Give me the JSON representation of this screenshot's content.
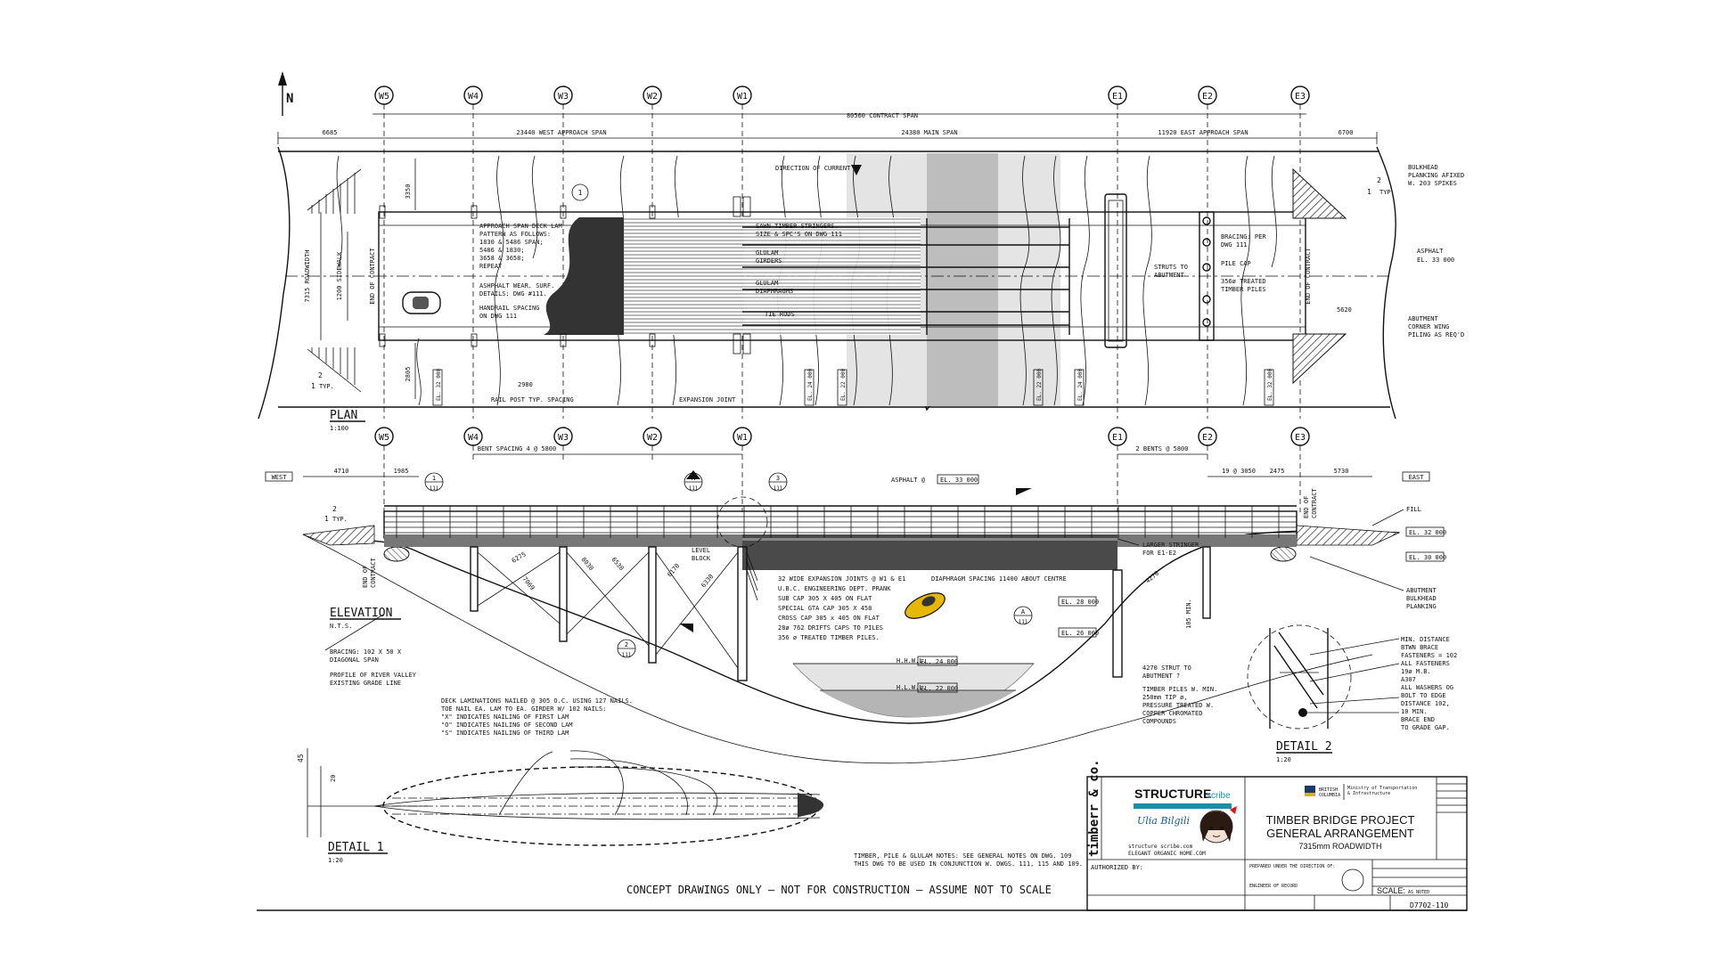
{
  "grid_labels": [
    "W5",
    "W4",
    "W3",
    "W2",
    "W1",
    "E1",
    "E2",
    "E3"
  ],
  "north": "N",
  "plan": {
    "title": "PLAN",
    "scale": "1:100",
    "dims": {
      "d6685": "6685",
      "west_span": "23440 WEST APPROACH SPAN",
      "contract_span": "80560 CONTRACT SPAN",
      "main_span": "24380 MAIN SPAN",
      "east_span": "11920 EAST APPROACH SPAN",
      "d6700": "6700",
      "d3350": "3350",
      "d2805": "2805",
      "d2980": "2980",
      "d5620": "5620",
      "roadwidth": "7315 ROADWIDTH",
      "sidewalk": "1200 SIDEWALK"
    },
    "notes": {
      "deck_lam": "APPROACH SPAN DECK LAM\nPATTERN AS FOLLOWS:\n1830 & 5486 SPAN;\n5486 & 1830;\n3658 & 3658;\nREPEAT",
      "asphalt": "ASHPHALT WEAR. SURF.\nDETAILS: DWG #111.",
      "handrail": "HANDRAIL SPACING\nON DWG 111",
      "stringers": "SAWN TIMBER STRINGERS.\nSIZE & SPC'S ON DWG 111",
      "girders": "GLULAM\nGIRDERS",
      "diaphragms": "GLULAM\nDIAPHRAGMS",
      "tie_rods": "TIE RODS",
      "current": "DIRECTION OF CURRENT",
      "struts": "STRUTS TO\nABUTMENT",
      "bracing": "BRACING: PER\nDWG 111",
      "pile_cap": "PILE CAP",
      "timber_piles": "356ø TREATED\nTIMBER PILES",
      "bulkhead": "BULKHEAD\nPLANKING AFIXED\nW. 203 SPIKES",
      "asphalt_el": "ASPHALT",
      "el_33000": "EL. 33 000",
      "corner_wing": "ABUTMENT\nCORNER WING\nPILING AS REQ'D",
      "end_contract": "END OF CONTRACT",
      "rail_post": "RAIL POST TYP. SPACING",
      "expansion": "EXPANSION JOINT",
      "typ": "TYP.",
      "slope_2": "2",
      "slope_1": "1",
      "el_32000": "EL. 32 000",
      "el_24000": "EL. 24 000",
      "el_22000": "EL. 22 000"
    }
  },
  "elevation": {
    "title": "ELEVATION",
    "scale": "N.T.S.",
    "west": "WEST",
    "east": "EAST",
    "dims": {
      "d4710": "4710",
      "d1985": "1985",
      "bent_spacing": "BENT SPACING 4 @ 5800",
      "two_bents": "2 BENTS @ 5800",
      "d19_3050": "19 @ 3050",
      "d2475": "2475",
      "d5730": "5730",
      "d6275": "6275",
      "d7069": "7069",
      "d8030": "8030",
      "d6530": "6530",
      "d6170": "6170",
      "d6330": "6330",
      "d4270": "4270",
      "d105": "105 MIN."
    },
    "asphalt": "ASPHALT @",
    "el_33000": "EL. 33 000",
    "el_32000": "EL. 32 000",
    "el_30000": "EL. 30 000",
    "el_28000": "EL. 28 000",
    "el_26000": "EL. 26 000",
    "el_24000": "EL. 24 000",
    "el_22000": "EL. 22 000",
    "hhwl": "H.H.W.L.",
    "hlwl": "H.L.W.L.",
    "level_block": "LEVEL\nBLOCK",
    "fill": "FILL",
    "larger_stringer": "LARGER STRINGER\nFOR E1-E2",
    "diaphragm_spacing": "DIAPHRAGM SPACING 11400 ABOUT CENTRE",
    "callouts": "32 WIDE EXPANSION JOINTS @ W1 & E1\nU.B.C. ENGINEERING DEPT. PRANK\nSUB CAP 305 X 405 ON FLAT\nSPECIAL GTA CAP 305 X 458\nCROSS CAP 305 x 405 ON FLAT\n28ø 762 DRIFTS CAPS TO PILES\n356 ø TREATED TIMBER PILES.",
    "bracing": "BRACING: 102 X 50 X\nDIAGONAL SPAN",
    "profile": "PROFILE OF RIVER VALLEY\nEXISTING GRADE LINE",
    "strut": "4270 STRUT TO\nABUTMENT ?",
    "timber_piles": "TIMBER PILES W. MIN.\n250mm TIP ø,\nPRESSURE TREATED W.\nCOPPER CHROMATED\nCOMPOUNDS",
    "abutment": "ABUTMENT\nBULKHEAD\nPLANKING",
    "end_contract": "END OF\nCONTRACT",
    "sec_a": "A",
    "sec_1": "1",
    "sec_2": "2",
    "sec_3": "3",
    "sec_ref": "111"
  },
  "detail2": {
    "title": "DETAIL 2",
    "scale": "1:20",
    "notes": "MIN. DISTANCE\nBTWN BRACE\nFASTENERS = 102\n\nALL FASTENERS\n19ø M.B.\nA307\n\nALL WASHERS OG\n\nBOLT TO EDGE\nDISTANCE 102,\n10 MIN.\nBRACE END\nTO GRADE GAP."
  },
  "detail1": {
    "title": "DETAIL 1",
    "scale": "1:20",
    "notes": "DECK LAMINATIONS NAILED @ 305 O.C. USING 127 NAILS.\n\nTOE NAIL EA. LAM TO EA. GIRDER W/ 102 NAILS:\n\"X\" INDICATES NAILING OF FIRST LAM\n\"O\" INDICATES NAILING OF SECOND LAM\n\"S\" INDICATES NAILING OF THIRD LAM",
    "d45": "45",
    "d20": "20"
  },
  "general_notes": "TIMBER, PILE & GLULAM NOTES: SEE GENERAL NOTES ON DWG. 109\n\nTHIS DWG TO BE USED IN CONJUNCTION W. DWGS. 111, 115 AND 109.",
  "disclaimer": "CONCEPT DRAWINGS ONLY – NOT FOR CONSTRUCTION – ASSUME NOT TO SCALE",
  "title_block": {
    "company": "timberr & co.",
    "structure": "STRUCTURE",
    "scribe": "scribe",
    "signature": "Ulia Bilgili",
    "website1": "structure scribe.com",
    "website2": "ELEGANT ORGANIC HOME.COM",
    "authorized": "AUTHORIZED BY:",
    "ministry": "Ministry of Transportation\n& Infrastructure",
    "bc": "BRITISH\nCOLUMBIA",
    "project": "TIMBER BRIDGE PROJECT",
    "subtitle": "GENERAL ARRANGEMENT",
    "roadwidth": "7315mm ROADWIDTH",
    "scale_label": "SCALE:",
    "scale_value": "AS NOTED",
    "drawing_no": "D7702-110",
    "prepared": "PREPARED UNDER THE DIRECTION OF:",
    "engineer": "ENGINEER OF RECORD"
  }
}
